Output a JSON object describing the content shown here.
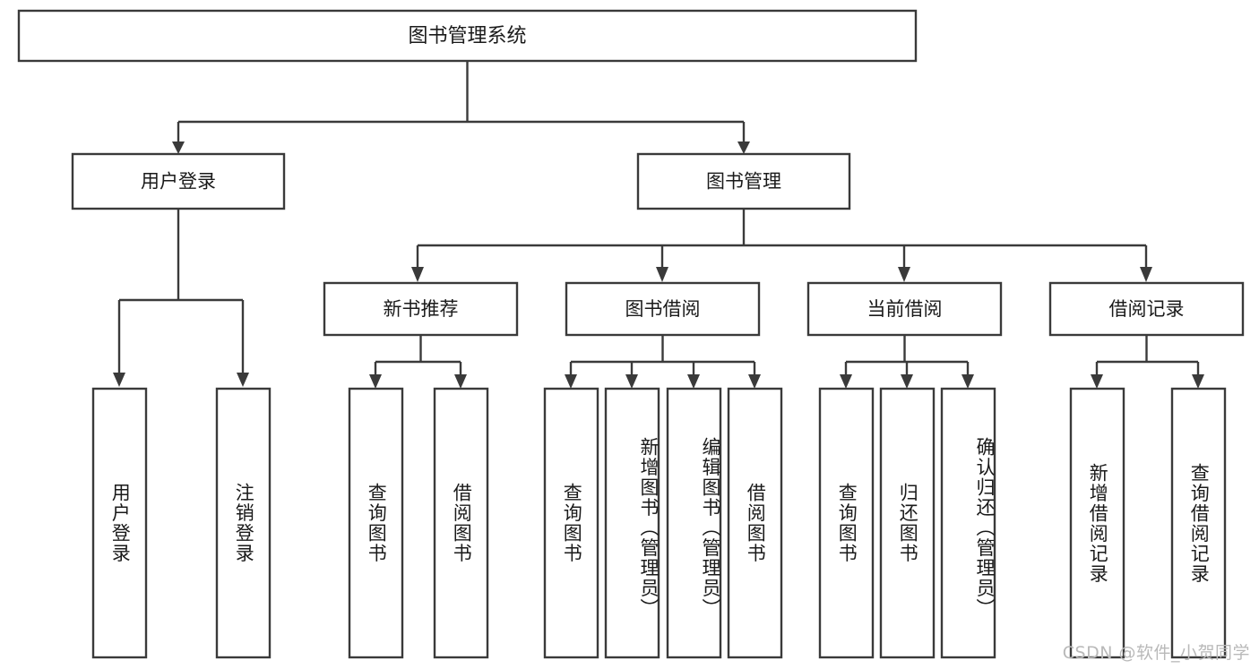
{
  "diagram": {
    "type": "tree",
    "title": "图书管理系统",
    "watermark": "CSDN @软件_小贺同学",
    "colors": {
      "box_stroke": "#3a3a3a",
      "box_fill": "#ffffff",
      "text": "#1a1a1a",
      "connector": "#3a3a3a",
      "background": "#ffffff",
      "watermark": "#b9b9b9"
    },
    "root": {
      "label": "图书管理系统"
    },
    "level2": [
      {
        "label": "用户登录"
      },
      {
        "label": "图书管理"
      }
    ],
    "level3": [
      {
        "label": "新书推荐"
      },
      {
        "label": "图书借阅"
      },
      {
        "label": "当前借阅"
      },
      {
        "label": "借阅记录"
      }
    ],
    "leaves": {
      "user_login": [
        {
          "label": "用户登录"
        },
        {
          "label": "注销登录"
        }
      ],
      "new_book": [
        {
          "label": "查询图书"
        },
        {
          "label": "借阅图书"
        }
      ],
      "book_borrow": [
        {
          "label": "查询图书"
        },
        {
          "label": "新增图书（管理员）"
        },
        {
          "label": "编辑图书（管理员）"
        },
        {
          "label": "借阅图书"
        }
      ],
      "current_borrow": [
        {
          "label": "查询图书"
        },
        {
          "label": "归还图书"
        },
        {
          "label": "确认归还（管理员）"
        }
      ],
      "borrow_record": [
        {
          "label": "新增借阅记录"
        },
        {
          "label": "查询借阅记录"
        }
      ]
    }
  }
}
